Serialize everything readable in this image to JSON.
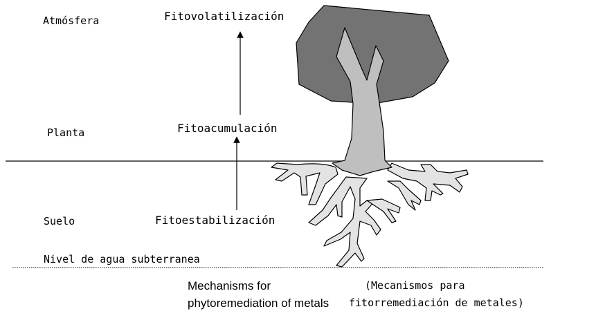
{
  "layers": {
    "atmosphere": "Atmósfera",
    "plant": "Planta",
    "soil": "Suelo",
    "groundwater": "Nivel de agua subterranea"
  },
  "processes": {
    "volatilization": "Fitovolatilización",
    "accumulation": "Fitoacumulación",
    "stabilization": "Fitoestabilización"
  },
  "caption": {
    "english_line1": "Mechanisms for",
    "english_line2": "phytoremediation of metals",
    "spanish_line1": "(Mecanismos para",
    "spanish_line2": "fitorremediación de metales)"
  },
  "colors": {
    "canopy": "#737373",
    "trunk": "#bfbfbf",
    "roots": "#e3e3e3",
    "outline": "#000000"
  }
}
